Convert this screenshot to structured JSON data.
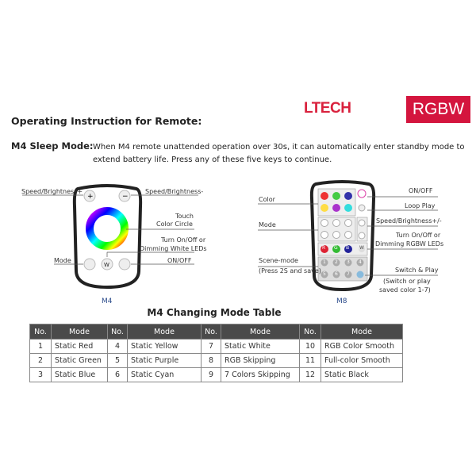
{
  "brand": "LTECH",
  "badge": "RGBW",
  "heading": "Operating Instruction for Remote:",
  "sleep": {
    "label": "M4 Sleep Mode:",
    "text": "When M4 remote unattended operation over 30s, it can automatically enter standby mode to extend battery life. Press any of these five keys to continue."
  },
  "m4": {
    "caption": "M4",
    "labels": {
      "speed_up": "Speed/Brightness+",
      "speed_down": "Speed/Brightness-",
      "touch": "Touch",
      "circle": "Color Circle",
      "turn": "Turn On/Off or",
      "dim": "Dimming White LEDs",
      "mode": "Mode",
      "onoff": "ON/OFF"
    },
    "w_key": "W"
  },
  "m8": {
    "caption": "M8",
    "labels": {
      "color": "Color",
      "mode": "Mode",
      "scene": "Scene-mode",
      "scene2": "(Press 2S and save)",
      "onoff": "ON/OFF",
      "loop": "Loop Play",
      "speed": "Speed/Brightness+/-",
      "turn": "Turn On/Off or",
      "dim": "Dimming RGBW LEDs",
      "switch": "Switch & Play",
      "switch2": "(Switch or play",
      "switch3": "saved color 1-7)"
    },
    "rgbw_keys": [
      "R",
      "G",
      "B",
      "W"
    ],
    "scene_keys": [
      "1",
      "2",
      "3",
      "4",
      "5",
      "6",
      "7"
    ]
  },
  "table": {
    "title": "M4 Changing Mode Table",
    "headers": [
      "No.",
      "Mode",
      "No.",
      "Mode",
      "No.",
      "Mode",
      "No.",
      "Mode"
    ],
    "rows": [
      [
        "1",
        "Static Red",
        "4",
        "Static Yellow",
        "7",
        "Static White",
        "10",
        "RGB Color Smooth"
      ],
      [
        "2",
        "Static Green",
        "5",
        "Static Purple",
        "8",
        "RGB Skipping",
        "11",
        "Full-color Smooth"
      ],
      [
        "3",
        "Static Blue",
        "6",
        "Static Cyan",
        "9",
        "7 Colors Skipping",
        "12",
        "Static Black"
      ]
    ]
  },
  "colors": {
    "brand": "#d9213d",
    "badge": "#d4153e",
    "header": "#4a4a4a"
  }
}
